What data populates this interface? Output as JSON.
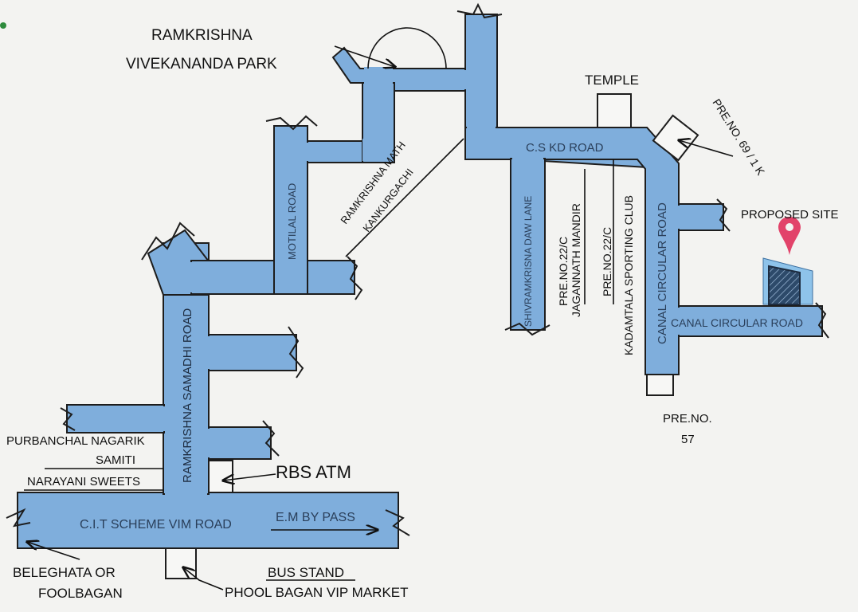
{
  "landmarks": {
    "park_line1": "RAMKRISHNA",
    "park_line2": "VIVEKANANDA PARK",
    "temple": "TEMPLE",
    "pre_69": "PRE.NO. 69 / 1 K",
    "proposed_site": "PROPOSED SITE",
    "pre_57_line1": "PRE.NO.",
    "pre_57_line2": "57",
    "purbanchal_line1": "PURBANCHAL NAGARIK",
    "purbanchal_line2": "SAMITI",
    "narayani": "NARAYANI SWEETS",
    "rbs_atm": "RBS ATM",
    "beleghata_line1": "BELEGHATA OR",
    "beleghata_line2": "FOOLBAGAN",
    "bus_stand": "BUS STAND",
    "phool_bagan": "PHOOL BAGAN VIP MARKET",
    "math_line1": "RAMKRISHNA MATH",
    "math_line2": "KANKURGACHI",
    "pre_22_jagannath_line1": "PRE.NO.22/C",
    "pre_22_jagannath_line2": "JAGANNATH MANDIR",
    "pre_22_kadamtala_line1": "PRE.NO.22/C",
    "pre_22_kadamtala_line2": "KADAMTALA SPORTING CLUB"
  },
  "roads": {
    "cs_kd": "C.S KD ROAD",
    "motilal": "MOTILAL ROAD",
    "shivramkrisna": "SHIVRAMKRISNA DAW LANE",
    "canal_vertical": "CANAL CIRCULAR ROAD",
    "canal_horizontal": "CANAL CIRCULAR ROAD",
    "samadhi": "RAMKRISHNA SAMADHI ROAD",
    "cit": "C.I.T SCHEME VIM ROAD",
    "em_bypass": "E.M BY PASS"
  },
  "colors": {
    "road_fill": "#7faedc",
    "marker": "#e2436a",
    "site_fill": "#2d4a6a"
  },
  "icons": {
    "marker": "map-pin-icon"
  }
}
